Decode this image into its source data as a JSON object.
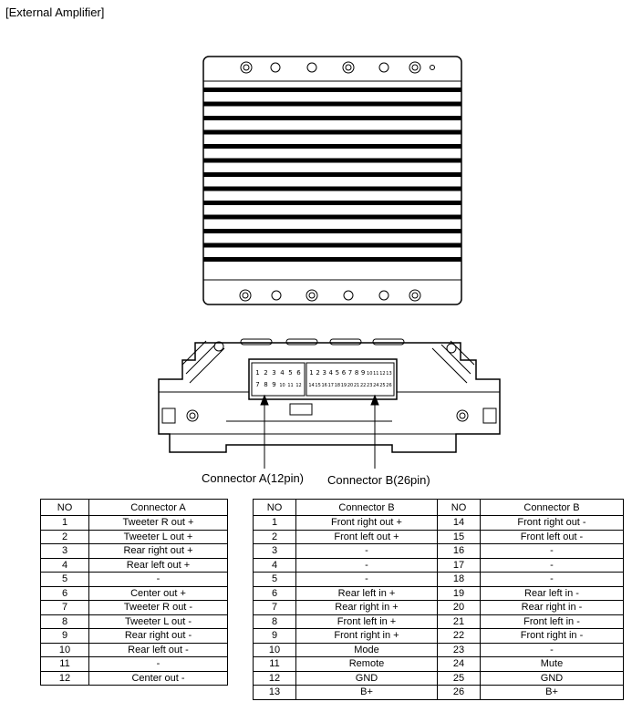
{
  "title": "[External Amplifier]",
  "labels": {
    "connector_a": "Connector A(12pin)",
    "connector_b": "Connector B(26pin)"
  },
  "pin_labels": {
    "a_top": [
      "1",
      "2",
      "3",
      "4",
      "5",
      "6"
    ],
    "a_bottom": [
      "7",
      "8",
      "9",
      "10",
      "11",
      "12"
    ],
    "b_top": [
      "1",
      "2",
      "3",
      "4",
      "5",
      "6",
      "7",
      "8",
      "9",
      "10",
      "11",
      "12",
      "13"
    ],
    "b_bottom": [
      "14",
      "15",
      "16",
      "17",
      "18",
      "19",
      "20",
      "21",
      "22",
      "23",
      "24",
      "25",
      "26"
    ]
  },
  "connector_a_table": {
    "headers": [
      "NO",
      "Connector A"
    ],
    "rows": [
      [
        "1",
        "Tweeter R out +"
      ],
      [
        "2",
        "Tweeter L out +"
      ],
      [
        "3",
        "Rear right out +"
      ],
      [
        "4",
        "Rear left out +"
      ],
      [
        "5",
        "-"
      ],
      [
        "6",
        "Center out +"
      ],
      [
        "7",
        "Tweeter R out -"
      ],
      [
        "8",
        "Tweeter L out -"
      ],
      [
        "9",
        "Rear right out -"
      ],
      [
        "10",
        "Rear left out -"
      ],
      [
        "11",
        "-"
      ],
      [
        "12",
        "Center out -"
      ]
    ]
  },
  "connector_b_table": {
    "headers": [
      "NO",
      "Connector B",
      "NO",
      "Connector B"
    ],
    "rows": [
      [
        "1",
        "Front right out +",
        "14",
        "Front right out -"
      ],
      [
        "2",
        "Front left out +",
        "15",
        "Front left out -"
      ],
      [
        "3",
        "-",
        "16",
        "-"
      ],
      [
        "4",
        "-",
        "17",
        "-"
      ],
      [
        "5",
        "-",
        "18",
        "-"
      ],
      [
        "6",
        "Rear left in +",
        "19",
        "Rear left in -"
      ],
      [
        "7",
        "Rear right in +",
        "20",
        "Rear right in -"
      ],
      [
        "8",
        "Front left in +",
        "21",
        "Front left in -"
      ],
      [
        "9",
        "Front right in +",
        "22",
        "Front right in -"
      ],
      [
        "10",
        "Mode",
        "23",
        "-"
      ],
      [
        "11",
        "Remote",
        "24",
        "Mute"
      ],
      [
        "12",
        "GND",
        "25",
        "GND"
      ],
      [
        "13",
        "B+",
        "26",
        "B+"
      ]
    ]
  }
}
